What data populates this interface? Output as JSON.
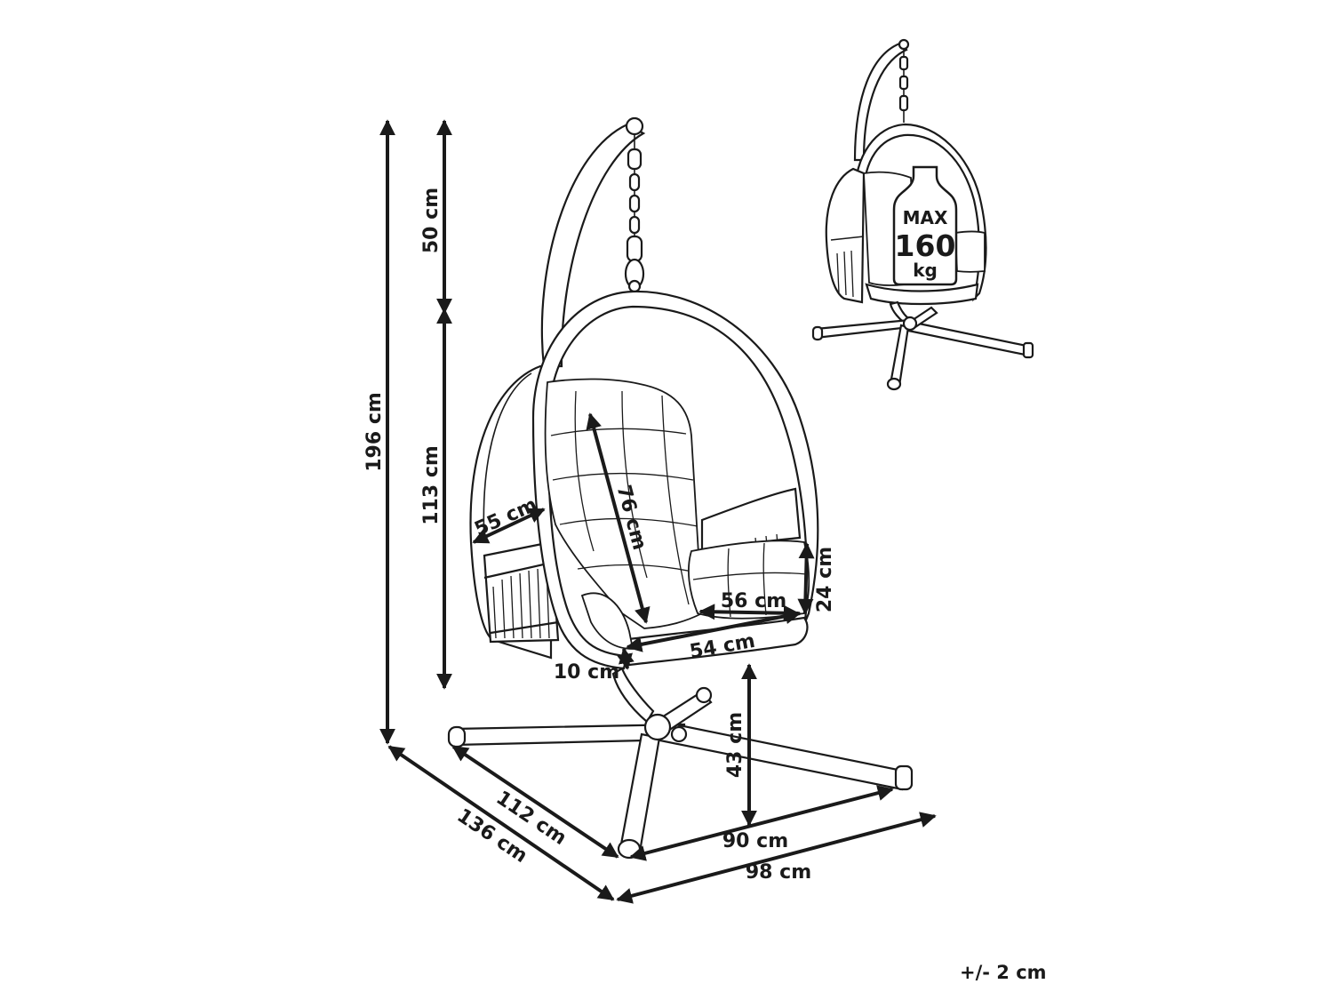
{
  "dimensions": {
    "total_height": "196 cm",
    "hook_height": "50 cm",
    "basket_height": "113 cm",
    "basket_depth": "55 cm",
    "backrest_height": "76 cm",
    "cushion_width": "56 cm",
    "pillow_height": "24 cm",
    "seat_width": "54 cm",
    "seat_rim": "10 cm",
    "seat_height": "43 cm",
    "base_leg_inner": "112 cm",
    "base_leg_outer": "136 cm",
    "base_width_inner": "90 cm",
    "base_width_outer": "98 cm"
  },
  "load_badge": {
    "max_label": "MAX",
    "value": "160",
    "unit": "kg"
  },
  "tolerance": "+/- 2 cm",
  "colors": {
    "line": "#1a1a1a",
    "background": "#ffffff"
  }
}
